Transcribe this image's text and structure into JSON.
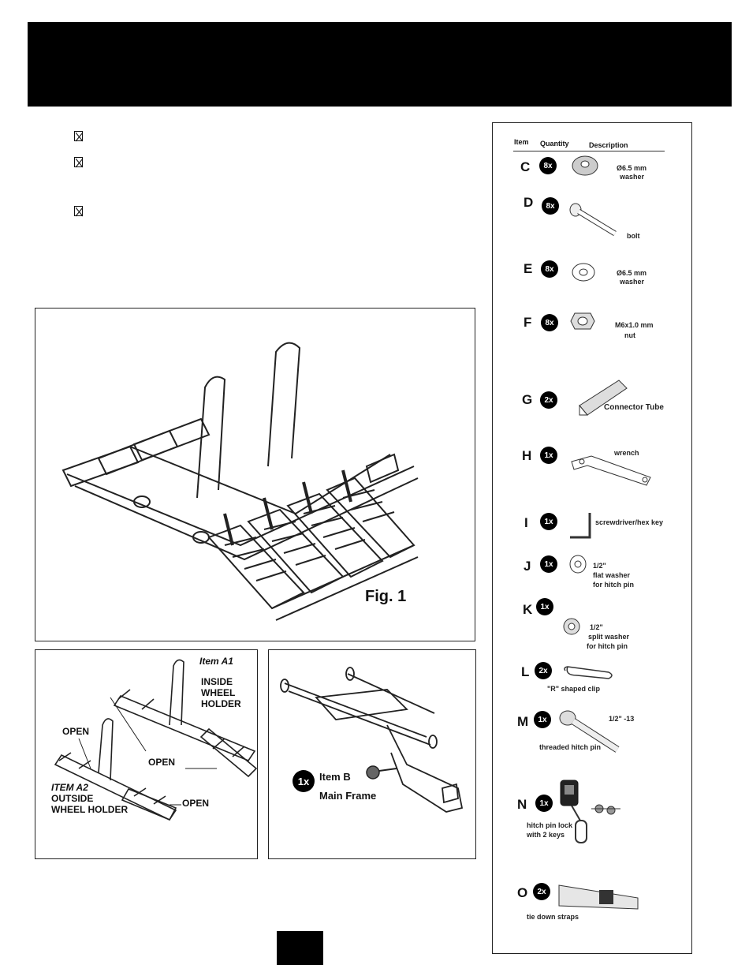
{
  "hardware_table": {
    "headers": {
      "item": "Item",
      "quantity": "Quantity",
      "description": "Description"
    },
    "rows": [
      {
        "letter": "C",
        "qty": "8x",
        "desc_lines": [
          "Ø6.5 mm",
          "washer"
        ]
      },
      {
        "letter": "D",
        "qty": "8x",
        "desc_lines": [
          "bolt"
        ]
      },
      {
        "letter": "E",
        "qty": "8x",
        "desc_lines": [
          "Ø6.5 mm",
          "washer"
        ]
      },
      {
        "letter": "F",
        "qty": "8x",
        "desc_lines": [
          "M6x1.0 mm",
          "nut"
        ]
      },
      {
        "letter": "G",
        "qty": "2x",
        "desc_lines": [
          "Connector Tube"
        ]
      },
      {
        "letter": "H",
        "qty": "1x",
        "desc_lines": [
          "wrench"
        ]
      },
      {
        "letter": "I",
        "qty": "1x",
        "desc_lines": [
          "screwdriver/hex key"
        ]
      },
      {
        "letter": "J",
        "qty": "1x",
        "desc_lines": [
          "1/2\"",
          "flat washer",
          "for hitch pin"
        ]
      },
      {
        "letter": "K",
        "qty": "1x",
        "desc_lines": [
          "1/2\"",
          "split washer",
          "for hitch pin"
        ]
      },
      {
        "letter": "L",
        "qty": "2x",
        "desc_lines": [
          "\"R\" shaped clip"
        ]
      },
      {
        "letter": "M",
        "qty": "1x",
        "desc_lines": [
          "1/2\" -13",
          "threaded hitch pin"
        ]
      },
      {
        "letter": "N",
        "qty": "1x",
        "desc_lines": [
          "hitch pin lock",
          "with 2 keys"
        ]
      },
      {
        "letter": "O",
        "qty": "2x",
        "desc_lines": [
          "tie down straps"
        ]
      }
    ]
  },
  "fig1": {
    "label": "Fig. 1"
  },
  "wheel_holders": {
    "item_a1": "Item A1",
    "a1_desc": [
      "INSIDE",
      "WHEEL",
      "HOLDER"
    ],
    "item_a2": "ITEM A2",
    "a2_desc": [
      "OUTSIDE",
      "WHEEL HOLDER"
    ],
    "open": "OPEN"
  },
  "main_frame": {
    "qty": "1x",
    "item": "Item B",
    "name": "Main Frame"
  }
}
